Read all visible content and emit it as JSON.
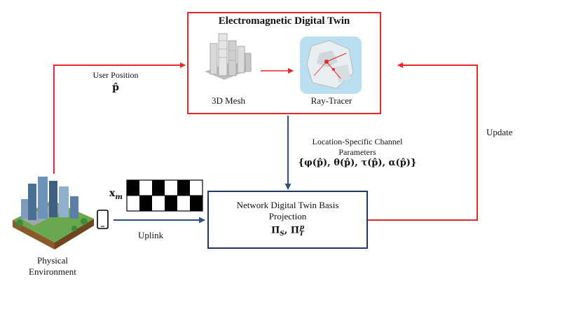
{
  "em_twin": {
    "title": "Electromagnetic Digital Twin",
    "mesh_label": "3D Mesh",
    "raytracer_label": "Ray-Tracer"
  },
  "user_position": {
    "label": "User Position",
    "symbol": "p̂"
  },
  "channel_params": {
    "line1": "Location-Specific Channel",
    "line2": "Parameters",
    "line3": "{φ(p̂), θ(p̂), τ(p̂), α(p̂)}"
  },
  "update_label": "Update",
  "uplink_label": "Uplink",
  "signal_symbol": "xm",
  "physical_env": {
    "line1": "Physical",
    "line2": "Environment"
  },
  "ndt": {
    "line1": "Network Digital Twin Basis",
    "line2": "Projection",
    "formula": "Π̄S, Π̄Tp"
  },
  "colors": {
    "em_box": "#e8262b",
    "ndt_box": "#1f3864",
    "feedback_arrows": "#e8262b",
    "forward_arrows": "#2f4f7f"
  }
}
